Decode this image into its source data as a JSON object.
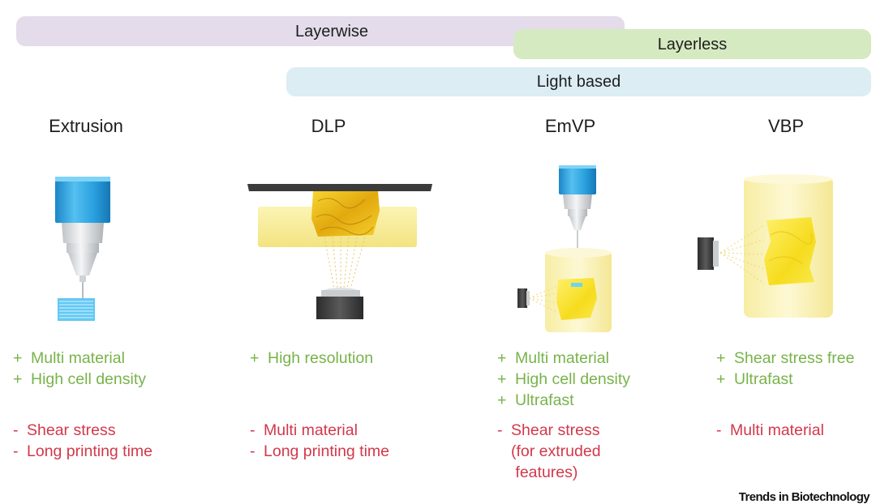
{
  "bands": {
    "layerwise": "Layerwise",
    "layerless": "Layerless",
    "light_based": "Light based"
  },
  "columns": [
    {
      "title": "Extrusion",
      "pros": [
        "Multi material",
        "High cell density"
      ],
      "cons": [
        "Shear stress",
        "Long printing time"
      ]
    },
    {
      "title": "DLP",
      "pros": [
        "High resolution"
      ],
      "cons": [
        "Multi material",
        "Long printing time"
      ]
    },
    {
      "title": "EmVP",
      "pros": [
        "Multi material",
        "High cell density",
        "Ultrafast"
      ],
      "cons": [
        "Shear stress",
        "(for extruded",
        " features)"
      ]
    },
    {
      "title": "VBP",
      "pros": [
        "Shear stress free",
        "Ultrafast"
      ],
      "cons": [
        "Multi material"
      ]
    }
  ],
  "signs": {
    "pro": "+",
    "con": "-"
  },
  "credit": "Trends in Biotechnology",
  "colors": {
    "layerwise_band": "#e4dceb",
    "layerless_band": "#d6eac1",
    "light_band": "#dcedf4",
    "pro_text": "#78b34a",
    "con_text": "#d2384a",
    "nozzle_blue": "#2f9fd9",
    "resin_yellow": "#f4e07a",
    "printed_gold": "#e3b417"
  },
  "icons": [
    "extrusion-printhead-icon",
    "dlp-printer-icon",
    "emvp-printer-icon",
    "vbp-printer-icon"
  ]
}
